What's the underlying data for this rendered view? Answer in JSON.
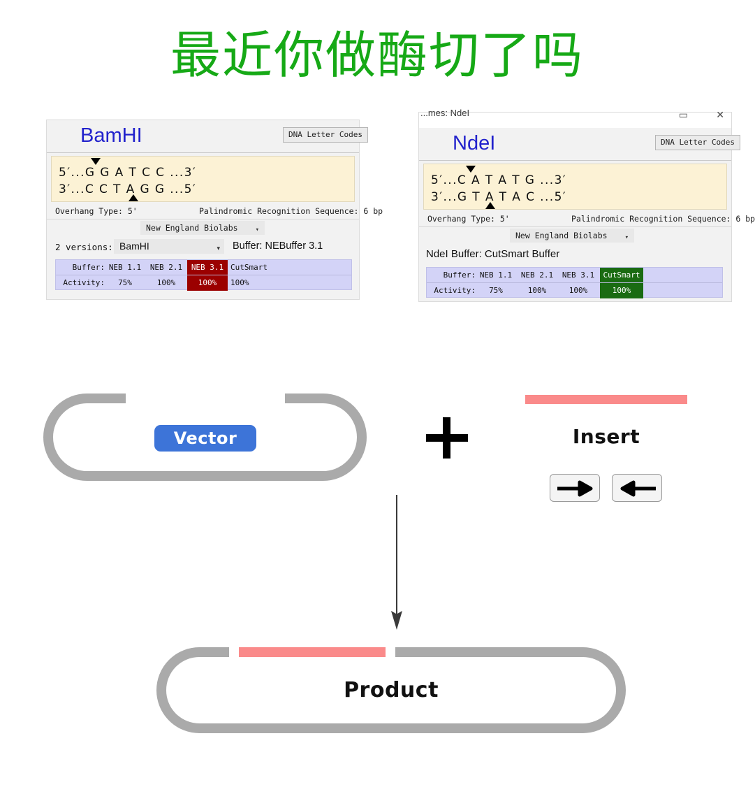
{
  "title": "最近你做酶切了吗",
  "title_color": "#16A916",
  "panels": [
    {
      "id": "bamhi",
      "window_title": "",
      "enzyme_name": "BamHI",
      "dna_codes_button": "DNA Letter Codes",
      "sequence_top": "5′...G G A T C C ...3′",
      "sequence_bottom": "3′...C C T A G G ...5′",
      "overhang_type": "Overhang Type: 5'",
      "recognition": "Palindromic Recognition Sequence: 6 bp",
      "vendor": "New England Biolabs",
      "versions_label": "2 versions:",
      "version_selected": "BamHI",
      "buffer_line": "Buffer: NEBuffer 3.1",
      "buffer_table": {
        "row_labels": [
          "Buffer:",
          "Activity:"
        ],
        "buffers": [
          "NEB 1.1",
          "NEB 2.1",
          "NEB 3.1",
          "CutSmart"
        ],
        "activities": [
          "75%",
          "100%",
          "100%",
          "100%"
        ],
        "highlight_index": 2,
        "highlight_color": "#9B0000"
      }
    },
    {
      "id": "ndei",
      "window_title": "...mes: NdeI",
      "maximize_icon": "▭",
      "close_icon": "✕",
      "enzyme_name": "NdeI",
      "dna_codes_button": "DNA Letter Codes",
      "sequence_top": "5′...C A T A T G ...3′",
      "sequence_bottom": "3′...G T A T A C ...5′",
      "overhang_type": "Overhang Type: 5'",
      "recognition": "Palindromic Recognition Sequence: 6 bp",
      "vendor": "New England Biolabs",
      "buffer_line": "NdeI Buffer: CutSmart Buffer",
      "buffer_table": {
        "row_labels": [
          "Buffer:",
          "Activity:"
        ],
        "buffers": [
          "NEB 1.1",
          "NEB 2.1",
          "NEB 3.1",
          "CutSmart"
        ],
        "activities": [
          "75%",
          "100%",
          "100%",
          "100%"
        ],
        "highlight_index": 3,
        "highlight_color": "#1A6B12"
      }
    }
  ],
  "diagram": {
    "vector_label": "Vector",
    "vector_label_color": "#3D74D8",
    "plus_symbol": "+",
    "insert_label": "Insert",
    "insert_bar_color": "#FA8A8A",
    "forward_arrow": "→",
    "reverse_arrow": "←",
    "product_label": "Product",
    "backbone_color": "#AAAAAA"
  }
}
